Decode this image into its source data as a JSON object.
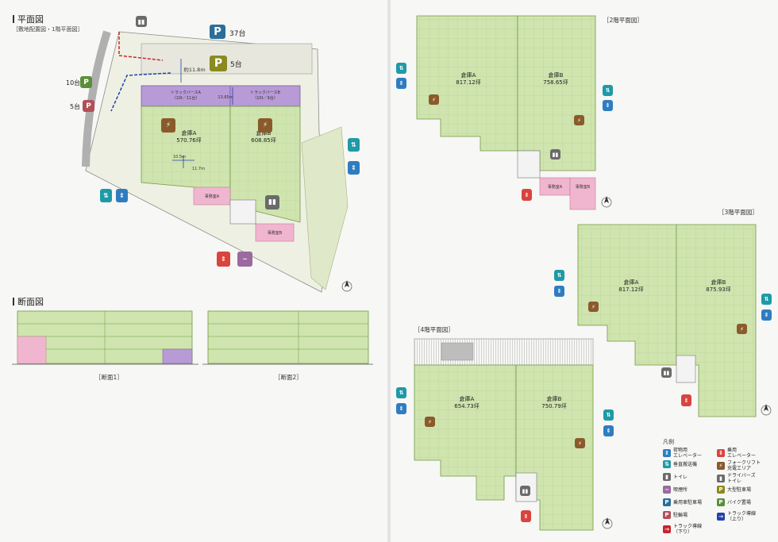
{
  "left_page": {
    "plan_title": "平面図",
    "plan_subtitle": "［敷地配置図・1階平面図］",
    "section_title": "断面図",
    "parking_truck": "37台",
    "parking_car": "5台",
    "bike_count": "10台",
    "bicycle_count": "5台",
    "dim_depth": "約11.8m",
    "berth_a": "トラックバースA",
    "berth_a_sub": "（10t／11台）",
    "berth_b": "トラックバースB",
    "berth_b_sub": "（10t／9台）",
    "dim_height": "13.65m",
    "warehouse_a": "倉庫A",
    "warehouse_a_area": "570.76坪",
    "warehouse_b": "倉庫B",
    "warehouse_b_area": "608.85坪",
    "dim_col_x": "10.5m",
    "dim_col_y": "11.7m",
    "office_a": "事務室A",
    "office_b": "事務室B",
    "section1_caption": "［断面1］",
    "section2_caption": "［断面2］"
  },
  "right_page": {
    "floor2_title": "［2階平面図］",
    "floor2_a": "倉庫A",
    "floor2_a_area": "817.12坪",
    "floor2_b": "倉庫B",
    "floor2_b_area": "758.65坪",
    "floor2_office_a": "事務室A",
    "floor2_office_b": "事務室B",
    "floor3_title": "［3階平面図］",
    "floor3_a": "倉庫A",
    "floor3_a_area": "817.12坪",
    "floor3_b": "倉庫B",
    "floor3_b_area": "875.93坪",
    "floor4_title": "［4階平面図］",
    "floor4_a": "倉庫A",
    "floor4_a_area": "654.73坪",
    "floor4_b": "倉庫B",
    "floor4_b_area": "750.79坪"
  },
  "legend": {
    "title": "凡例",
    "items": [
      {
        "label": "荷物用\nエレベーター",
        "icon": "freight-elevator-icon",
        "color": "#2f7dc0"
      },
      {
        "label": "乗用\nエレベーター",
        "icon": "passenger-elevator-icon",
        "color": "#d9443f"
      },
      {
        "label": "垂直搬送機",
        "icon": "vertical-conveyor-icon",
        "color": "#1e9aa8"
      },
      {
        "label": "フォークリフト\n充電エリア",
        "icon": "forklift-charging-icon",
        "color": "#8a5a2b"
      },
      {
        "label": "トイレ",
        "icon": "toilet-icon",
        "color": "#6a6a6a"
      },
      {
        "label": "ドライバーズ\nトイレ",
        "icon": "drivers-toilet-icon",
        "color": "#6a6a6a"
      },
      {
        "label": "喫煙所",
        "icon": "smoking-icon",
        "color": "#9a6aa0"
      },
      {
        "label": "大型駐車場",
        "icon": "large-parking-icon",
        "color": "#8a8a1e"
      },
      {
        "label": "乗用車駐車場",
        "icon": "car-parking-icon",
        "color": "#2c6e9a"
      },
      {
        "label": "バイク置場",
        "icon": "bike-parking-icon",
        "color": "#5a8f3a"
      },
      {
        "label": "駐輪場",
        "icon": "bicycle-parking-icon",
        "color": "#b24f57"
      },
      {
        "label": "トラック導線\n（上り）",
        "icon": "truck-route-up-icon",
        "color": "#2242a8"
      },
      {
        "label": "トラック導線\n（下り）",
        "icon": "truck-route-down-icon",
        "color": "#c8262c"
      }
    ]
  },
  "colors": {
    "warehouse": "#cfe4ae",
    "warehouse_stroke": "#6f9a43",
    "berth": "#b79ad6",
    "office": "#f1b6cf",
    "site": "#eef0e3"
  }
}
